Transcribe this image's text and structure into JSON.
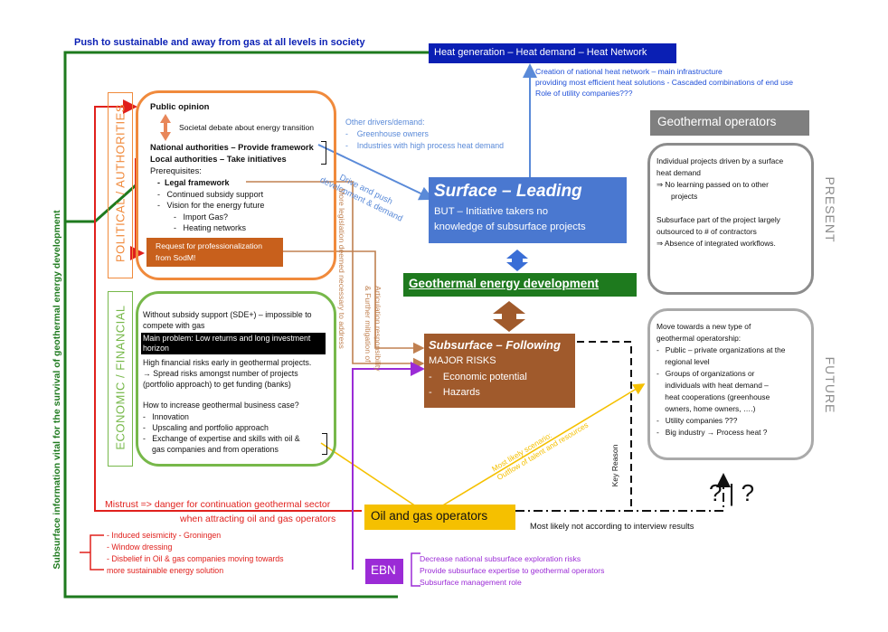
{
  "top_left_heading": "Push to sustainable and away from gas at all levels in society",
  "left_vertical_label": "Subsurface information vital for the survival of geothermal energy development",
  "heat_network": {
    "title": "Heat generation – Heat demand – Heat Network",
    "notes": [
      "Creation of national heat network – main infrastructure",
      "providing most efficient heat solutions - Cascaded combinations of end use",
      "Role of utility companies???"
    ]
  },
  "political": {
    "label": "POLITICAL / AUTHORITIES",
    "public_opinion": "Public opinion",
    "societal_debate": "Societal debate about energy transition",
    "national": "National authorities – Provide framework",
    "local": "Local authorities – Take initiatives",
    "prerequisites": "Prerequisites:",
    "items": [
      "Legal framework",
      "Continued subsidy support",
      "Vision for the energy future",
      "Import Gas?",
      "Heating networks"
    ],
    "request": [
      "Request for professionalization",
      "from SodM!"
    ]
  },
  "other_drivers": {
    "title": "Other drivers/demand:",
    "items": [
      "Greenhouse owners",
      "Industries with high process heat demand"
    ]
  },
  "drive_push": [
    "Drive and push",
    "development & demand"
  ],
  "more_legislation": "More legislation deemed necessary to address",
  "articulation": [
    "Articulation responsibility",
    "& Further mitigation of"
  ],
  "surface": {
    "title": "Surface – Leading",
    "body": [
      "BUT – Initiative takers no",
      "knowledge of subsurface projects"
    ]
  },
  "geo_dev": "Geothermal energy development",
  "subsurface": {
    "title": "Subsurface – Following",
    "subtitle": "MAJOR RISKS",
    "items": [
      "Economic potential",
      "Hazards"
    ]
  },
  "economic": {
    "label": "ECONOMIC / FINANCIAL",
    "lines": [
      "Without subsidy support (SDE+) – impossible to",
      "compete with gas"
    ],
    "main_problem": [
      "Main problem: Low returns and long investment",
      "horizon"
    ],
    "lines2": [
      "High financial risks early in geothermal projects.",
      "→ Spread risks amongst number of projects",
      "(portfolio approach) to get funding (banks)"
    ],
    "question": "How to increase geothermal business case?",
    "items": [
      "Innovation",
      "Upscaling and portfolio approach",
      "Exchange of expertise and skills with oil &",
      "gas companies and from operations"
    ]
  },
  "geothermal_operators": "Geothermal operators",
  "present": {
    "label": "PRESENT",
    "lines": [
      "Individual projects driven by a surface",
      "heat demand",
      "⇒  No learning passed on to other",
      "projects",
      "",
      "Subsurface part of the project largely",
      "outsourced to # of contractors",
      "⇒  Absence of integrated workflows."
    ]
  },
  "future": {
    "label": "FUTURE",
    "lines": [
      "Move towards a new type of",
      "geothermal operatorship:",
      "-   Public – private organizations at the",
      "    regional level",
      "-   Groups of organizations or",
      "    individuals with heat demand –",
      "    heat cooperations (greenhouse",
      "    owners, home owners, ….)",
      "-   Utility companies ???",
      "-   Big industry → Process heat ?"
    ]
  },
  "mistrust": [
    "Mistrust => danger for continuation geothermal sector",
    "when attracting oil and gas operators"
  ],
  "mistrust_items": [
    "- Induced seismicity - Groningen",
    "- Window dressing",
    "- Disbelief in Oil & gas companies moving towards",
    "more sustainable energy solution"
  ],
  "oil_gas": "Oil and gas operators",
  "most_likely": [
    "Most likely scenario:",
    "Outflow of talent and resources"
  ],
  "key_reason": "Key Reason",
  "not_according": "Most likely not according to interview results",
  "question_marks": "? | ?",
  "ebn": {
    "label": "EBN",
    "items": [
      "Decrease national subsurface exploration risks",
      "Provide subsurface expertise to geothermal operators",
      "Subsurface management role"
    ]
  },
  "colors": {
    "green": "#1e7a1e",
    "orange": "#f08a3c",
    "blue": "#1f4fd8",
    "navy": "#0a1fb4",
    "red": "#e0201c",
    "brown": "#a05a2c",
    "purple": "#9b2bd6",
    "yellow": "#f5c000",
    "lightgreen": "#77b84a"
  }
}
